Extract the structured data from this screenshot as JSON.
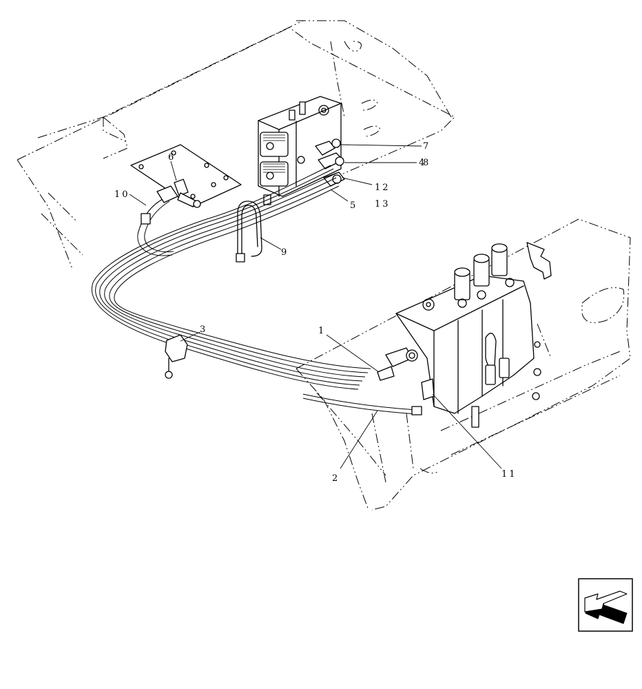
{
  "callouts": [
    {
      "id": "1",
      "text": "1"
    },
    {
      "id": "2",
      "text": "2"
    },
    {
      "id": "3",
      "text": "3"
    },
    {
      "id": "4",
      "text": "4"
    },
    {
      "id": "5",
      "text": "5"
    },
    {
      "id": "6",
      "text": "6"
    },
    {
      "id": "7",
      "text": "7"
    },
    {
      "id": "8",
      "text": "8"
    },
    {
      "id": "9",
      "text": "9"
    },
    {
      "id": "10",
      "text": "10"
    },
    {
      "id": "11",
      "text": "11"
    },
    {
      "id": "12",
      "text": "12"
    },
    {
      "id": "13",
      "text": "13"
    }
  ],
  "nav_icon": "previous-page-arrow-icon"
}
